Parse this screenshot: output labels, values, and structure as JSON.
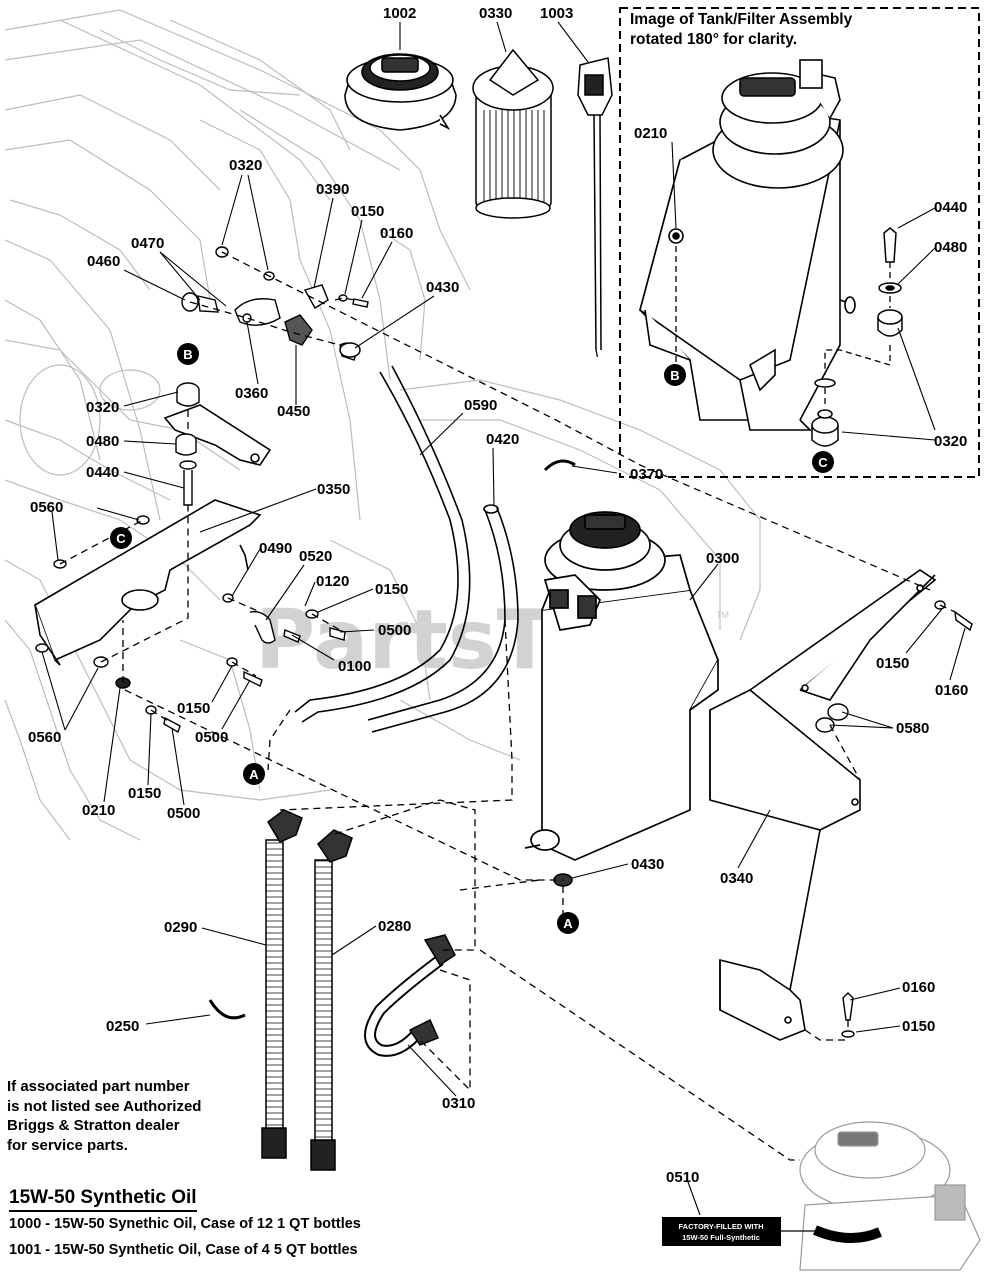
{
  "watermark": "PartsTree",
  "watermark_tm": "TM",
  "inset": {
    "line1": "Image of Tank/Filter Assembly",
    "line2": "rotated 180° for clarity."
  },
  "markers": {
    "a": "A",
    "b": "B",
    "c": "C"
  },
  "callouts": {
    "c1002": "1002",
    "c0330": "0330",
    "c1003": "1003",
    "c0320_top": "0320",
    "c0390": "0390",
    "c0150_top": "0150",
    "c0160_top": "0160",
    "c0470": "0470",
    "c0460": "0460",
    "c0430_top": "0430",
    "c0360": "0360",
    "c0450": "0450",
    "c0320_left": "0320",
    "c0480_left": "0480",
    "c0440_left": "0440",
    "c0350": "0350",
    "c0590": "0590",
    "c0420": "0420",
    "c0370": "0370",
    "c0300": "0300",
    "c0560_top": "0560",
    "c0490": "0490",
    "c0520": "0520",
    "c0120": "0120",
    "c0150_mid": "0150",
    "c0500_mid": "0500",
    "c0100": "0100",
    "c0150_lower": "0150",
    "c0500_lower": "0500",
    "c0560_bot": "0560",
    "c0150_bottom": "0150",
    "c0500_bottom": "0500",
    "c0210_bottom": "0210",
    "c0150_right": "0150",
    "c0160_right": "0160",
    "c0580": "0580",
    "c0340": "0340",
    "c0430_bot": "0430",
    "c0290": "0290",
    "c0280": "0280",
    "c0250": "0250",
    "c0310": "0310",
    "c0160_br": "0160",
    "c0150_br": "0150",
    "c0510": "0510",
    "c0210_inset": "0210",
    "c0440_inset": "0440",
    "c0480_inset": "0480",
    "c0320_inset": "0320"
  },
  "sticker": {
    "line1": "FACTORY-FILLED WITH",
    "line2": "15W-50 Full-Synthetic"
  },
  "note": {
    "line1": "If associated part number",
    "line2": "is not listed see Authorized",
    "line3": "Briggs & Stratton dealer",
    "line4": "for service parts."
  },
  "oil": {
    "title": "15W-50 Synthetic Oil",
    "items": [
      "1000 - 15W-50 Synethic Oil, Case of 12 1 QT bottles",
      "1001 - 15W-50 Synthetic Oil, Case of 4 5 QT bottles"
    ]
  }
}
